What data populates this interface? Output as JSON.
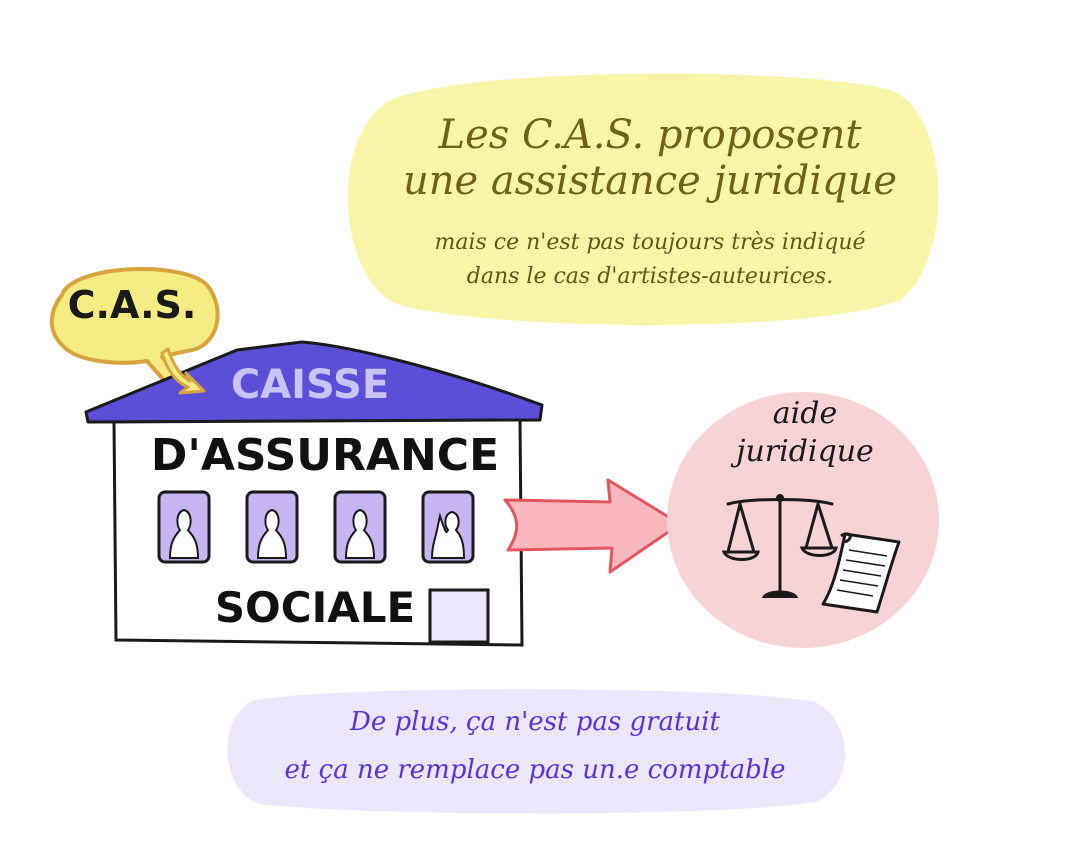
{
  "yellow_note": {
    "title_line1": "Les C.A.S. proposent",
    "title_line2": "une assistance juridique",
    "sub_line1": "mais ce n'est pas toujours très indiqué",
    "sub_line2": "dans le cas d'artistes-auteurices."
  },
  "speech_bubble": {
    "label": "C.A.S."
  },
  "building": {
    "roof_label": "CAISSE",
    "facade_line1": "D'ASSURANCE",
    "facade_line2": "SOCIALE"
  },
  "pink_circle": {
    "label_line1": "aide",
    "label_line2": "juridique"
  },
  "violet_note": {
    "line1": "De plus, ça n'est pas gratuit",
    "line2": "et ça ne remplace pas un.e comptable"
  },
  "colors": {
    "yellow_blob": "#f9f5a8",
    "roof": "#5b4fd8",
    "roof_text": "#c9c3f8",
    "window_fill": "#c7b5f2",
    "pink_circle": "#f8d3d6",
    "arrow_fill": "#f8b8bd",
    "arrow_stroke": "#e2565f",
    "violet_blob": "#ece6fb",
    "bubble_fill": "#f5ec84",
    "bubble_stroke": "#d9a43d"
  }
}
